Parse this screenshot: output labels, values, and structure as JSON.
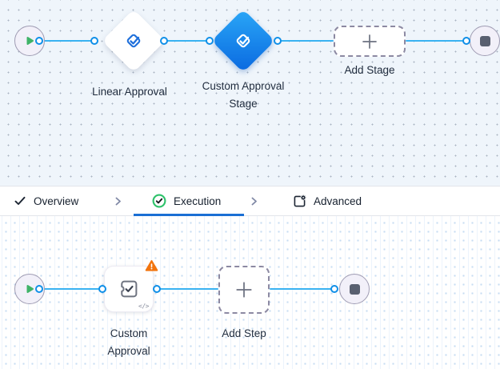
{
  "colors": {
    "accent_blue": "#1a6fd4",
    "connector_blue": "#3ab2f1",
    "port_ring_blue": "#0f8fe8",
    "selected_node_gradient_top": "#2aa7f7",
    "selected_node_gradient_bottom": "#0a69e0",
    "approval_icon_blue": "#1e6fdb",
    "success_green": "#2ec26b",
    "play_green": "#3fb368",
    "warning_orange": "#f2740d",
    "stop_slate": "#596070",
    "canvas_top_bg": "#eff5fb"
  },
  "stage_canvas": {
    "nodes": {
      "start": {
        "type": "start"
      },
      "linear_approval": {
        "label": "Linear Approval"
      },
      "custom_approval_stage": {
        "label": "Custom Approval Stage",
        "selected": true
      },
      "add_stage": {
        "label": "Add Stage"
      },
      "end": {
        "type": "end"
      }
    }
  },
  "tab_bar": {
    "tabs": [
      {
        "label": "Overview",
        "active": false
      },
      {
        "label": "Execution",
        "active": true
      },
      {
        "label": "Advanced",
        "active": false
      }
    ]
  },
  "step_canvas": {
    "nodes": {
      "start": {
        "type": "start"
      },
      "custom_approval": {
        "label": "Custom Approval",
        "has_warning": true,
        "code_badge": "</>"
      },
      "add_step": {
        "label": "Add Step"
      },
      "end": {
        "type": "end"
      }
    }
  }
}
